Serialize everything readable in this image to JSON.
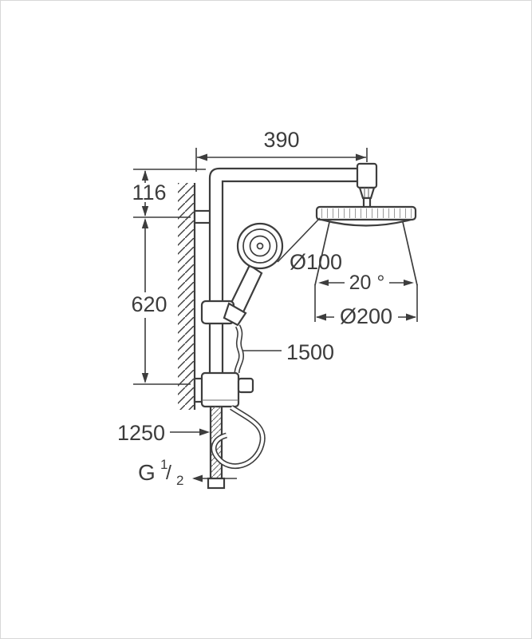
{
  "drawing": {
    "dimensions": {
      "top_width": "390",
      "head_offset": "116",
      "rail_length": "620",
      "hand_shower_diameter": "Ø100",
      "spray_angle": "20 °",
      "head_shower_diameter": "Ø200",
      "shower_hose_length": "1500",
      "supply_hose_length": "1250"
    },
    "thread": {
      "prefix": "G",
      "numerator": "1",
      "slash": "/",
      "denominator": "2"
    }
  }
}
